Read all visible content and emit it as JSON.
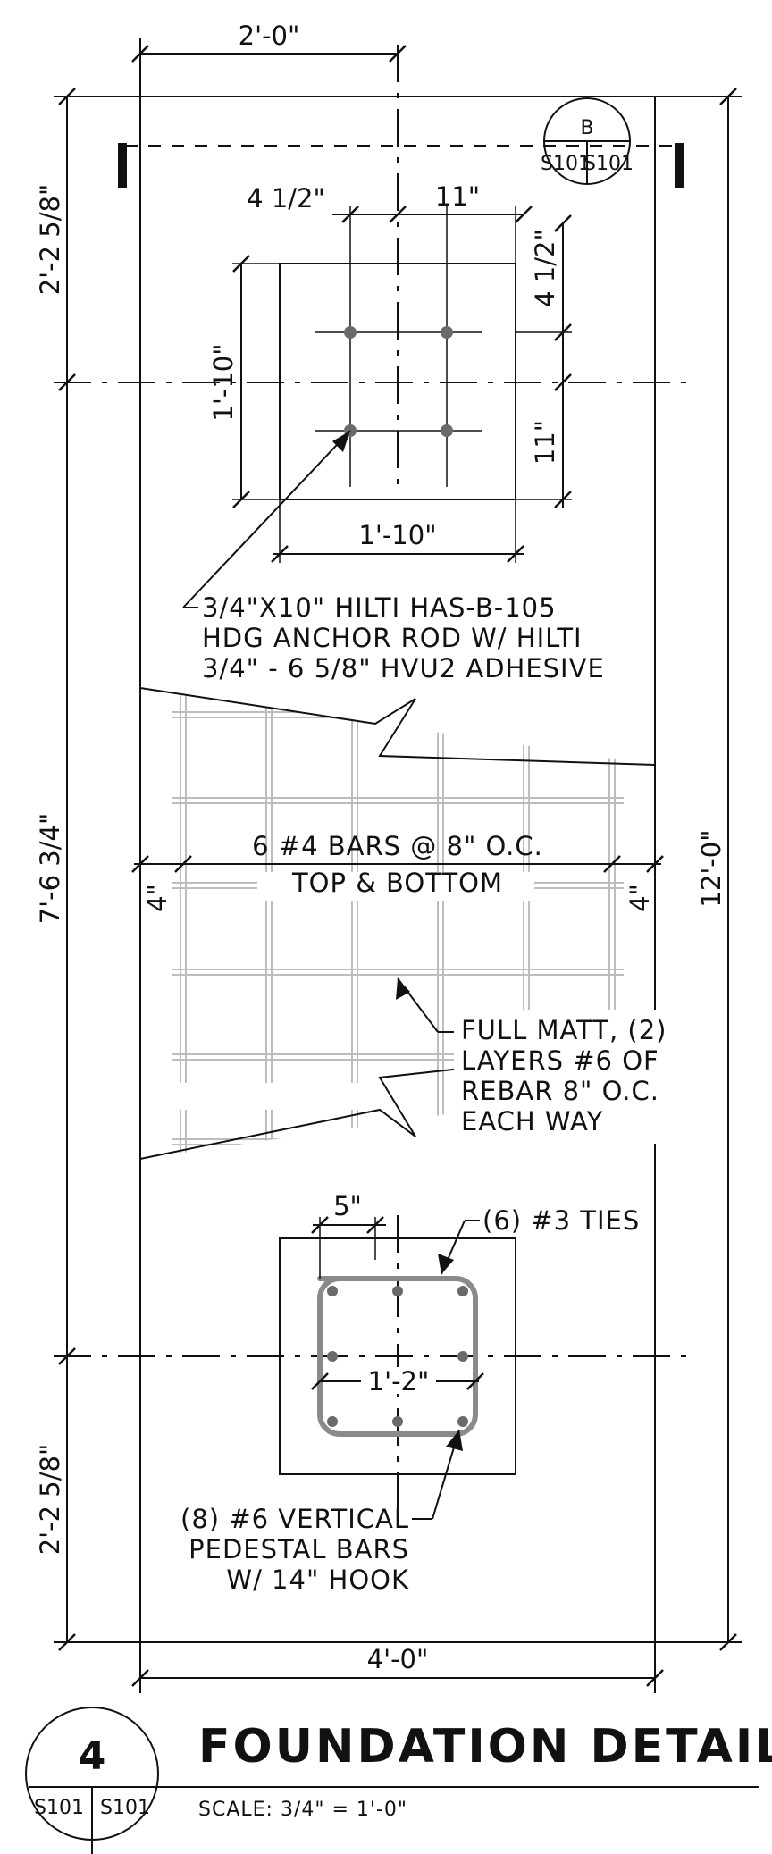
{
  "dimensions": {
    "top_width": "2'-0\"",
    "left_upper": "2'-2 5/8\"",
    "left_middle": "7'-6 3/4\"",
    "left_lower": "2'-2 5/8\"",
    "right_overall": "12'-0\"",
    "bottom_width": "4'-0\"",
    "plate_left_offset": "4 1/2\"",
    "plate_right_offset": "11\"",
    "plate_height": "1'-10\"",
    "plate_width": "1'-10\"",
    "plate_top_offset": "4 1/2\"",
    "plate_bottom_offset": "11\"",
    "edge_cover_left": "4\"",
    "edge_cover_right": "4\"",
    "tie_offset": "5\"",
    "pedestal_bar_spacing": "1'-2\""
  },
  "section_marker": {
    "letter": "B",
    "sheet_left": "S101",
    "sheet_right": "S101"
  },
  "notes": {
    "anchor_rod": [
      "3/4\"X10\" HILTI HAS-B-105",
      "HDG ANCHOR ROD W/ HILTI",
      "3/4\" - 6 5/8\" HVU2 ADHESIVE"
    ],
    "bars_line1": "6 #4 BARS @ 8\" O.C.",
    "bars_line2": "TOP & BOTTOM",
    "matt": [
      "FULL MATT, (2)",
      "LAYERS #6 OF",
      "REBAR 8\" O.C.",
      "EACH WAY"
    ],
    "ties": "(6) #3 TIES",
    "vertical_bars": [
      "(8) #6 VERTICAL",
      "PEDESTAL BARS",
      "W/ 14\" HOOK"
    ]
  },
  "title_block": {
    "detail_number": "4",
    "sheet_left": "S101",
    "sheet_right": "S101",
    "title": "FOUNDATION DETAIL",
    "scale": "SCALE:  3/4\" = 1'-0\""
  },
  "colors": {
    "linework": "#111111",
    "rebar_grid": "#bdbdbd",
    "pedestal_bars": "#8a8a8a"
  }
}
